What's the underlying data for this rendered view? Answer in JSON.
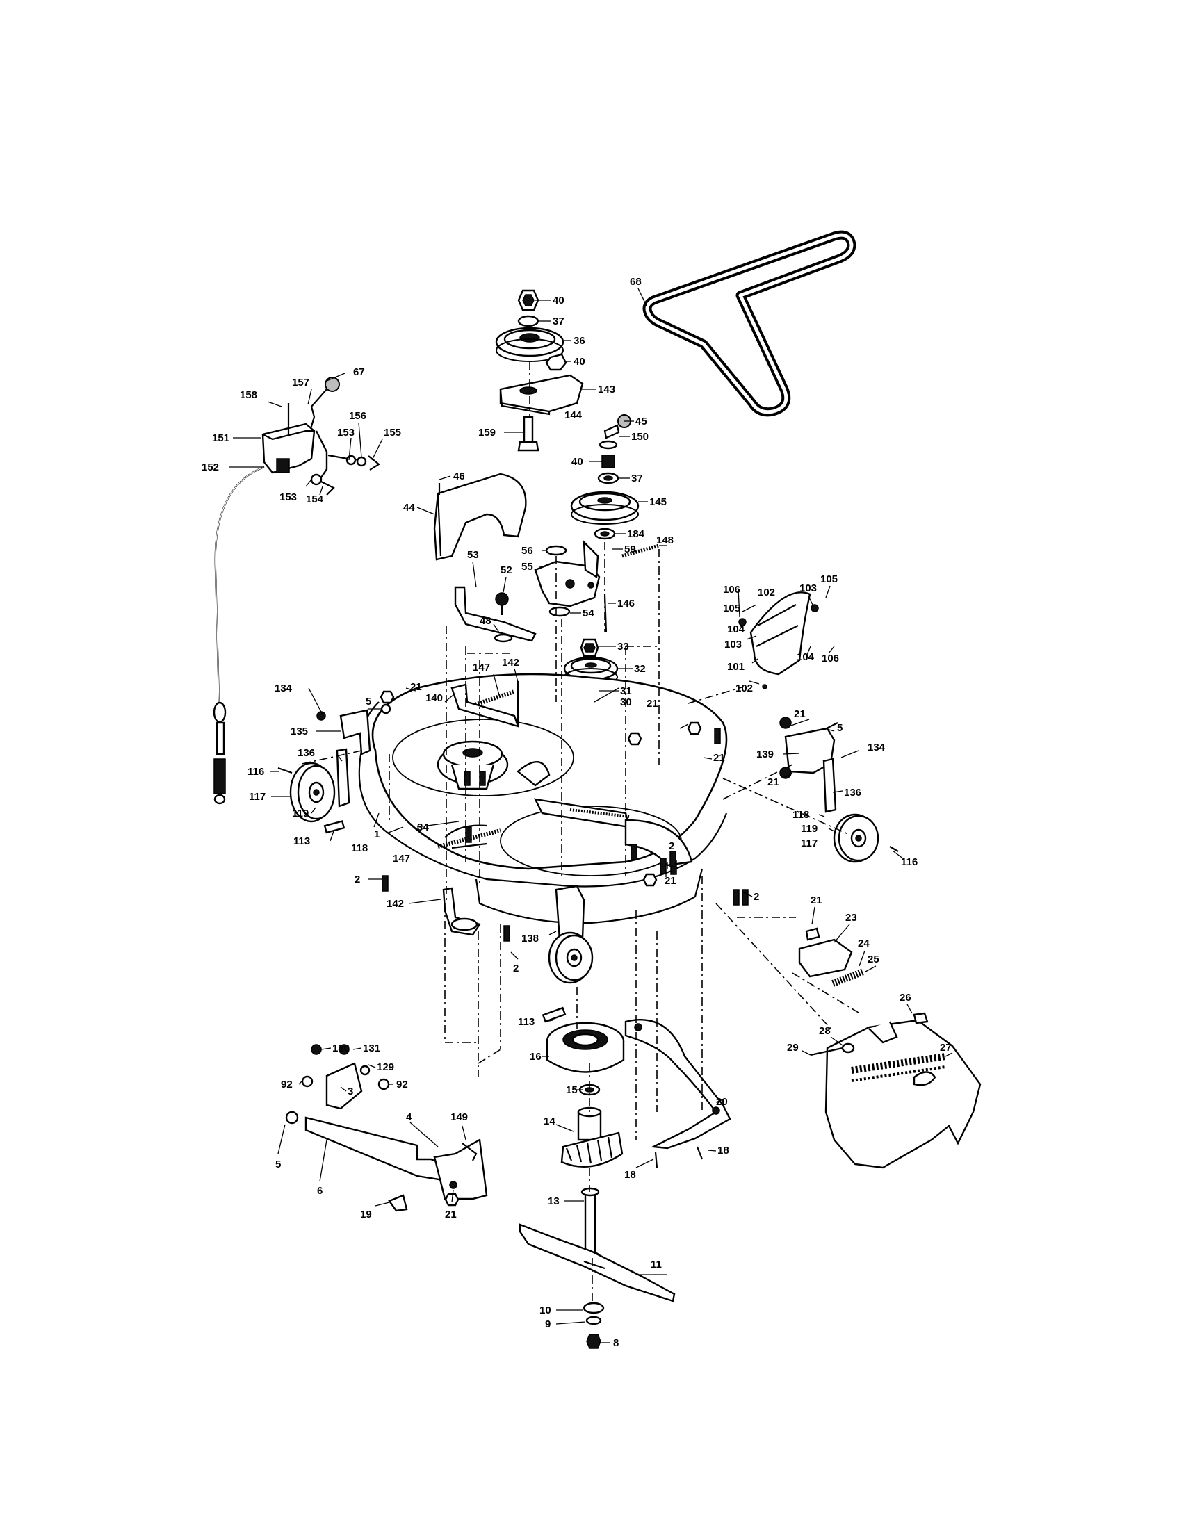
{
  "callouts": [
    {
      "id": "c68",
      "label": "68"
    },
    {
      "id": "c40a",
      "label": "40"
    },
    {
      "id": "c37a",
      "label": "37"
    },
    {
      "id": "c36",
      "label": "36"
    },
    {
      "id": "c40b",
      "label": "40"
    },
    {
      "id": "c143",
      "label": "143"
    },
    {
      "id": "c144",
      "label": "144"
    },
    {
      "id": "c159",
      "label": "159"
    },
    {
      "id": "c45",
      "label": "45"
    },
    {
      "id": "c150",
      "label": "150"
    },
    {
      "id": "c40c",
      "label": "40"
    },
    {
      "id": "c37b",
      "label": "37"
    },
    {
      "id": "c145",
      "label": "145"
    },
    {
      "id": "c184",
      "label": "184"
    },
    {
      "id": "c59",
      "label": "59"
    },
    {
      "id": "c148",
      "label": "148"
    },
    {
      "id": "c56",
      "label": "56"
    },
    {
      "id": "c55",
      "label": "55"
    },
    {
      "id": "c146",
      "label": "146"
    },
    {
      "id": "c54",
      "label": "54"
    },
    {
      "id": "c33",
      "label": "33"
    },
    {
      "id": "c32",
      "label": "32"
    },
    {
      "id": "c31",
      "label": "31"
    },
    {
      "id": "c30",
      "label": "30"
    },
    {
      "id": "c67",
      "label": "67"
    },
    {
      "id": "c157",
      "label": "157"
    },
    {
      "id": "c158",
      "label": "158"
    },
    {
      "id": "c156",
      "label": "156"
    },
    {
      "id": "c153a",
      "label": "153"
    },
    {
      "id": "c155",
      "label": "155"
    },
    {
      "id": "c151",
      "label": "151"
    },
    {
      "id": "c152",
      "label": "152"
    },
    {
      "id": "c153b",
      "label": "153"
    },
    {
      "id": "c154",
      "label": "154"
    },
    {
      "id": "c46",
      "label": "46"
    },
    {
      "id": "c44",
      "label": "44"
    },
    {
      "id": "c53",
      "label": "53"
    },
    {
      "id": "c52",
      "label": "52"
    },
    {
      "id": "c48",
      "label": "48"
    },
    {
      "id": "c147a",
      "label": "147"
    },
    {
      "id": "c142a",
      "label": "142"
    },
    {
      "id": "c140",
      "label": "140"
    },
    {
      "id": "c21a",
      "label": "21"
    },
    {
      "id": "c134a",
      "label": "134"
    },
    {
      "id": "c5a",
      "label": "5"
    },
    {
      "id": "c135",
      "label": "135"
    },
    {
      "id": "c136a",
      "label": "136"
    },
    {
      "id": "c116a",
      "label": "116"
    },
    {
      "id": "c117a",
      "label": "117"
    },
    {
      "id": "c119a",
      "label": "119"
    },
    {
      "id": "c113a",
      "label": "113"
    },
    {
      "id": "c118a",
      "label": "118"
    },
    {
      "id": "c1",
      "label": "1"
    },
    {
      "id": "c34",
      "label": "34"
    },
    {
      "id": "c147b",
      "label": "147"
    },
    {
      "id": "c2a",
      "label": "2"
    },
    {
      "id": "c142b",
      "label": "142"
    },
    {
      "id": "c21b",
      "label": "21"
    },
    {
      "id": "c21c",
      "label": "21"
    },
    {
      "id": "c2b",
      "label": "2"
    },
    {
      "id": "c21d",
      "label": "21"
    },
    {
      "id": "c2c",
      "label": "2"
    },
    {
      "id": "c138",
      "label": "138"
    },
    {
      "id": "c2d",
      "label": "2"
    },
    {
      "id": "c106a",
      "label": "106"
    },
    {
      "id": "c102a",
      "label": "102"
    },
    {
      "id": "c105a",
      "label": "105"
    },
    {
      "id": "c104a",
      "label": "104"
    },
    {
      "id": "c103a",
      "label": "103"
    },
    {
      "id": "c101",
      "label": "101"
    },
    {
      "id": "c102b",
      "label": "102"
    },
    {
      "id": "c103b",
      "label": "103"
    },
    {
      "id": "c105b",
      "label": "105"
    },
    {
      "id": "c104b",
      "label": "104"
    },
    {
      "id": "c106b",
      "label": "106"
    },
    {
      "id": "c21e",
      "label": "21"
    },
    {
      "id": "c5b",
      "label": "5"
    },
    {
      "id": "c139",
      "label": "139"
    },
    {
      "id": "c134b",
      "label": "134"
    },
    {
      "id": "c21f",
      "label": "21"
    },
    {
      "id": "c136b",
      "label": "136"
    },
    {
      "id": "c118b",
      "label": "118"
    },
    {
      "id": "c119b",
      "label": "119"
    },
    {
      "id": "c117b",
      "label": "117"
    },
    {
      "id": "c116b",
      "label": "116"
    },
    {
      "id": "c21g",
      "label": "21"
    },
    {
      "id": "c23",
      "label": "23"
    },
    {
      "id": "c24",
      "label": "24"
    },
    {
      "id": "c25",
      "label": "25"
    },
    {
      "id": "c26",
      "label": "26"
    },
    {
      "id": "c28",
      "label": "28"
    },
    {
      "id": "c29",
      "label": "29"
    },
    {
      "id": "c27",
      "label": "27"
    },
    {
      "id": "c113b",
      "label": "113"
    },
    {
      "id": "c16",
      "label": "16"
    },
    {
      "id": "c15",
      "label": "15"
    },
    {
      "id": "c14",
      "label": "14"
    },
    {
      "id": "c20",
      "label": "20"
    },
    {
      "id": "c18a",
      "label": "18"
    },
    {
      "id": "c18b",
      "label": "18"
    },
    {
      "id": "c13",
      "label": "13"
    },
    {
      "id": "c11",
      "label": "11"
    },
    {
      "id": "c10",
      "label": "10"
    },
    {
      "id": "c9",
      "label": "9"
    },
    {
      "id": "c8",
      "label": "8"
    },
    {
      "id": "c130",
      "label": "130"
    },
    {
      "id": "c131",
      "label": "131"
    },
    {
      "id": "c129",
      "label": "129"
    },
    {
      "id": "c92a",
      "label": "92"
    },
    {
      "id": "c92b",
      "label": "92"
    },
    {
      "id": "c3",
      "label": "3"
    },
    {
      "id": "c4",
      "label": "4"
    },
    {
      "id": "c149",
      "label": "149"
    },
    {
      "id": "c5c",
      "label": "5"
    },
    {
      "id": "c6",
      "label": "6"
    },
    {
      "id": "c19",
      "label": "19"
    },
    {
      "id": "c21h",
      "label": "21"
    }
  ]
}
